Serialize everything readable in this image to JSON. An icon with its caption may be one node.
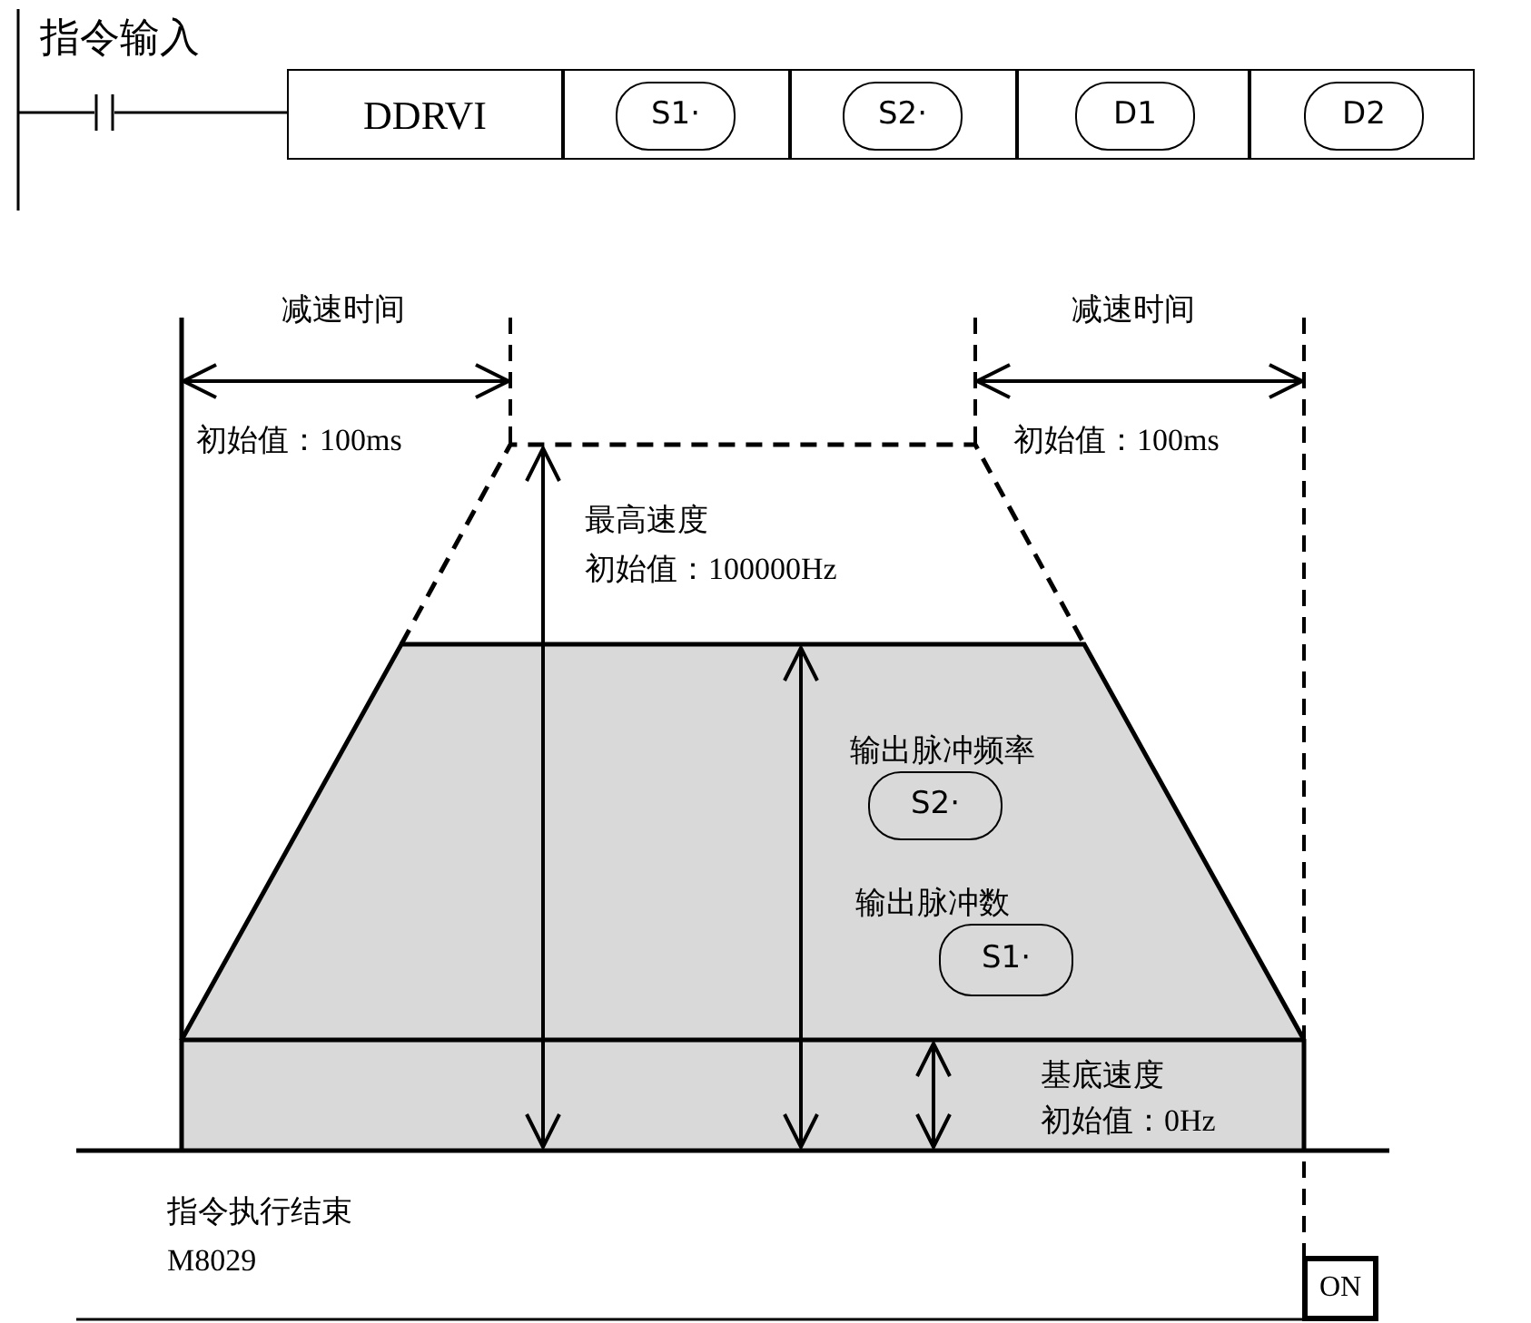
{
  "diagram": {
    "nodes": [
      {
        "text": [
          "DDRVI"
        ]
      },
      {
        "text": [],
        "shape": "box"
      },
      {
        "text": [
          "S1·"
        ],
        "in": 1
      },
      {
        "text": [],
        "shape": "box"
      },
      {
        "text": [
          "S2·"
        ],
        "in": 3
      },
      {
        "text": [],
        "shape": "box"
      },
      {
        "text": [
          "D1"
        ],
        "in": 5
      },
      {
        "text": [],
        "shape": "box"
      },
      {
        "text": [
          "D2"
        ],
        "in": 7
      },
      {
        "text": [
          "S2·"
        ],
        "beside": [
          "输出脉冲频率"
        ]
      },
      {
        "text": [
          "S1·"
        ],
        "beside": [
          "输出脉冲数"
        ]
      },
      {
        "text": [
          "ON"
        ]
      }
    ],
    "edges": [],
    "labels": [
      "指令输入",
      "减速时间",
      "减速时间",
      "初始值：100ms",
      "初始值：100ms",
      "最高速度",
      "初始值：100000Hz",
      "基底速度",
      "初始值：0Hz",
      "指令执行结束",
      "M8029"
    ]
  }
}
